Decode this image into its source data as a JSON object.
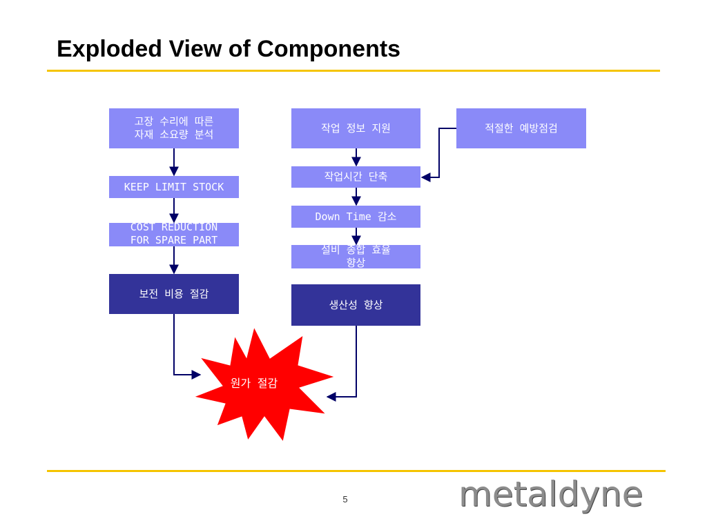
{
  "title": "Exploded View of Components",
  "boxes": {
    "b1": "고장 수리에 따른\n자재 소요량 분석",
    "b2": "KEEP LIMIT STOCK",
    "b3": "COST REDUCTION\nFOR SPARE PART",
    "b4": "보전 비용 절감",
    "c1": "작업 정보 지원",
    "c2": "작업시간 단축",
    "c3": "Down Time 감소",
    "c4": "설비 종합 효율\n향상",
    "c5": "생산성 향상",
    "d1": "적절한 예방점검",
    "burst": "원가 절감"
  },
  "footer": {
    "page_number": "5",
    "logo": "metaldyne"
  },
  "colors": {
    "light_box": "#8a8af8",
    "dark_box": "#333399",
    "accent_rule": "#f5c400",
    "burst_fill": "#ff0000",
    "arrow": "#000066"
  }
}
